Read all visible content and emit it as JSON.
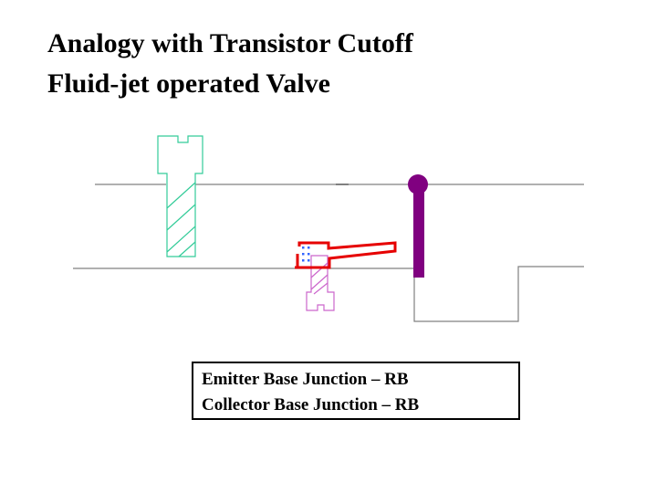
{
  "slide": {
    "title_line1": "Analogy with Transistor Cutoff",
    "title_line2": "Fluid-jet operated Valve"
  },
  "legend": {
    "line1": "Emitter Base Junction – RB",
    "line2": "Collector Base Junction – RB"
  },
  "colors": {
    "background": "#ffffff",
    "pipe_lines": "#808080",
    "screw_emitter": "#33cc99",
    "screw_collector": "#cc66cc",
    "valve_lever": "#e60000",
    "jet_dots": "#3366ff",
    "valve_stem": "#800080"
  }
}
